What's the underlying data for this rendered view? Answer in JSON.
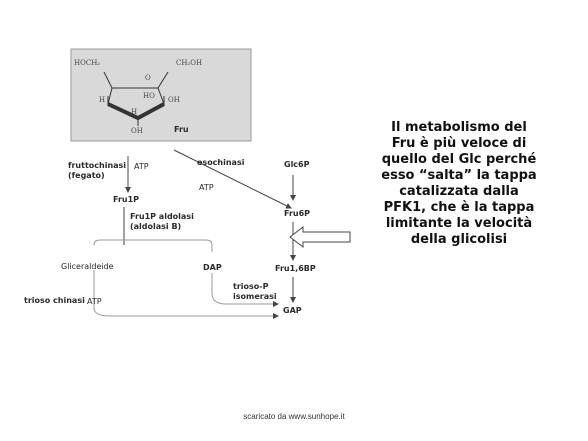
{
  "structure": {
    "fructose_label": "Fru",
    "ring_groups": [
      "HOCH₂",
      "CH₂OH",
      "H",
      "HO",
      "H",
      "OH",
      "OH",
      "O"
    ]
  },
  "pathway": {
    "fruttochinasi": [
      "fruttochinasi",
      "(fegato)"
    ],
    "atp1": "ATP",
    "esochinasi": "esochinasi",
    "atp2": "ATP",
    "glc6p": "Glc6P",
    "fru1p": "Fru1P",
    "fru6p": "Fru6P",
    "aldolasi": [
      "Fru1P aldolasi",
      "(aldolasi B)"
    ],
    "gliceraldeide": "Gliceraldeide",
    "dap": "DAP",
    "fru16bp": "Fru1,6BP",
    "trioso_isomerasi": [
      "trioso-P",
      "isomerasi"
    ],
    "trioso_chinasi": "trioso chinasi",
    "atp3": "ATP",
    "gap": "GAP"
  },
  "description": [
    "Il metabolismo del",
    "Fru è più veloce di",
    "quello del Glc perché",
    "esso “salta” la tappa",
    "catalizzata dalla",
    "PFK1, che è la tappa",
    "limitante la velocità",
    "della glicolisi"
  ],
  "footer": "scaricato da www.sunhope.it",
  "colors": {
    "structure_box": "#d9d9d9",
    "arrow": "#444444",
    "text": "#111111"
  }
}
